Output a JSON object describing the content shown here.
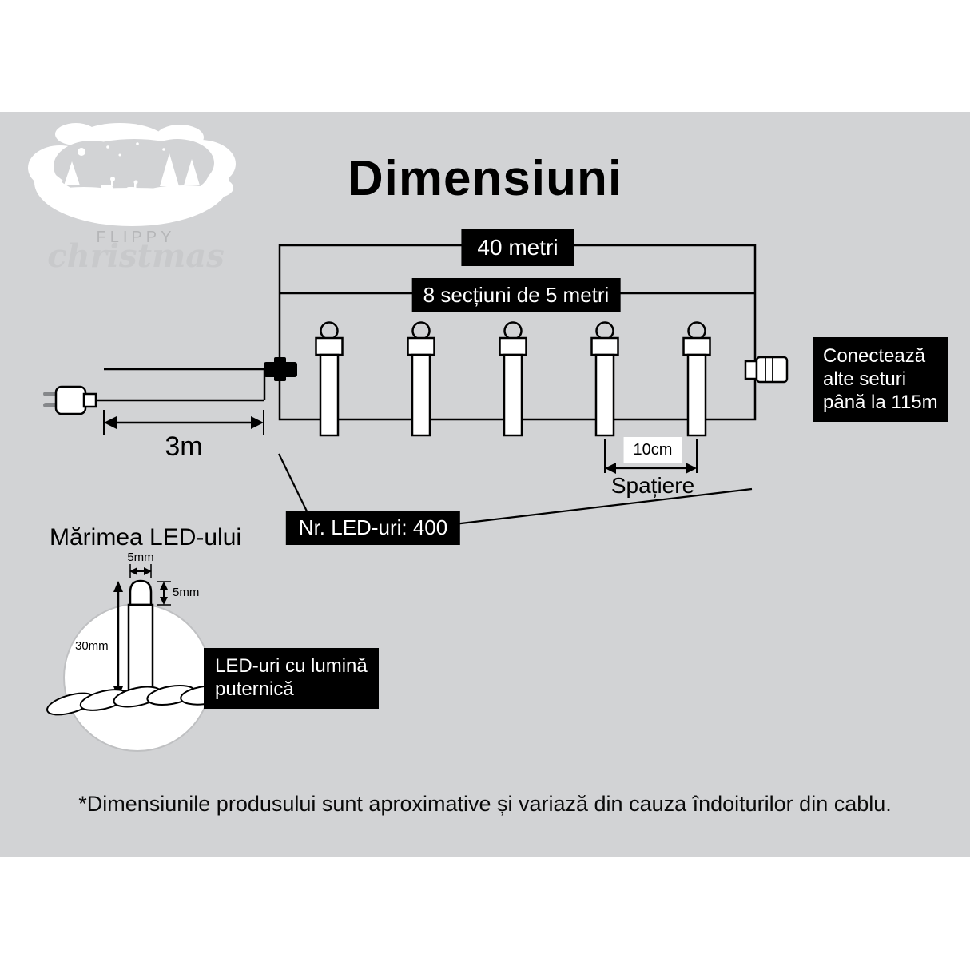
{
  "page": {
    "title": "Dimensiuni",
    "footnote": "*Dimensiunile produsului sunt aproximative și variază din cauza îndoiturilor din cablu."
  },
  "logo": {
    "brand_line1": "FLIPPY",
    "brand_line2": "christmas"
  },
  "wiring_diagram": {
    "total_length": "40 metri",
    "sections": "8 secțiuni de 5 metri",
    "lead_length": "3m",
    "spacing_value": "10cm",
    "spacing_caption": "Spațiere",
    "led_count": "Nr. LED-uri: 400",
    "extend_note": {
      "line1": "Conectează",
      "line2": "alte seturi",
      "line3": "până la 115m"
    }
  },
  "led_detail": {
    "heading": "Mărimea LED-ului",
    "bulb_width": "5mm",
    "bulb_tip_height": "5mm",
    "bulb_length": "30mm",
    "callout": {
      "line1": "LED-uri cu lumină",
      "line2": "puternică"
    }
  },
  "colors": {
    "canvas_background": "#ffffff",
    "panel_background": "#d2d3d5",
    "label_background": "#000000",
    "label_text": "#ffffff",
    "line_color": "#000000"
  }
}
